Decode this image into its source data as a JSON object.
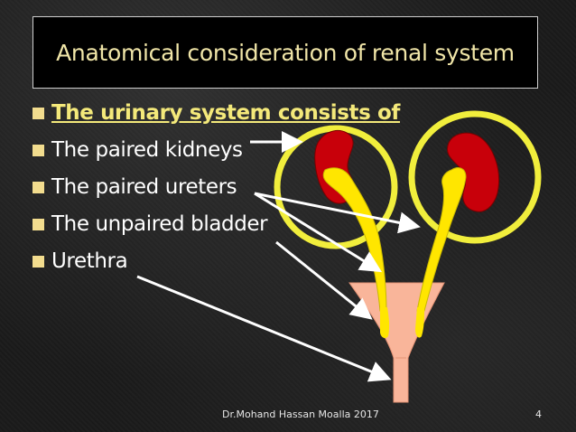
{
  "slide": {
    "title": "Anatomical consideration of renal system",
    "bullets": [
      "The urinary system consists of",
      "The paired kidneys",
      "The paired ureters",
      "The unpaired bladder",
      "Urethra"
    ],
    "footer": "Dr.Mohand Hassan Moalla 2017",
    "page_number": "4"
  },
  "colors": {
    "title_text": "#f1e6a8",
    "heading_bullet": "#f4e97a",
    "bullet_square": "#f2dc8e",
    "kidney": "#c8000a",
    "ureter": "#ffe600",
    "bladder": "#f9b59a",
    "circle": "#f1ee3c",
    "arrow": "#ffffff"
  }
}
